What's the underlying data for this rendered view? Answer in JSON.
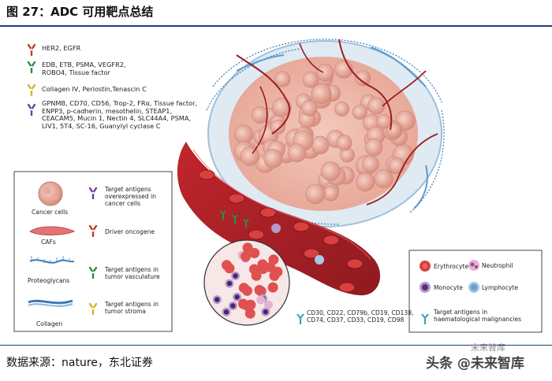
{
  "figure": {
    "title": "图 27：ADC 可用靶点总结",
    "source": "数据来源：nature，东北证券",
    "watermark": "头条 @未来智库",
    "watermark_small": "未来智库"
  },
  "antigen_groups": [
    {
      "text": "HER2, EGFR",
      "color": "#c0392b"
    },
    {
      "text": "EDB, ETB, PSMA, VEGFR2,\nROBO4, Tissue factor",
      "color": "#2e8b3e"
    },
    {
      "text": "Collagen IV, Periostin,Tenascin C",
      "color": "#d4b21f"
    },
    {
      "text": "GPNMB, CD70, CD56, Trop-2, FRα, Tissue factor,\nENPP3, p-cadherin, mesothelin, STEAP1,\nCEACAM5, Mucin 1, Nectin 4, SLC44A4, PSMA,\nLIV1, 5T4, SC-16, Guanylyl cyclase C",
      "color": "#6a3d9a"
    }
  ],
  "legend_left": {
    "cells": [
      {
        "label": "Cancer cells"
      },
      {
        "label": "CAFs"
      },
      {
        "label": "Proteoglycans"
      },
      {
        "label": "Collagen"
      }
    ],
    "antigens": [
      {
        "label": "Target antigens\noverexpressed in\ncancer cells",
        "color": "#6a3d9a"
      },
      {
        "label": "Driver oncogene",
        "color": "#c0392b"
      },
      {
        "label": "Target antigens in\ntumor vasculature",
        "color": "#2e8b3e"
      },
      {
        "label": "Target antigens in\ntumor stroma",
        "color": "#d4b21f"
      }
    ]
  },
  "heme_antigens": "CD30, CD22, CD79b, CD19, CD138,\nCD74, CD37, CD33, CD19, CD98",
  "legend_right": {
    "items": [
      {
        "label": "Erythrocyte"
      },
      {
        "label": "Neutrophil"
      },
      {
        "label": "Monocyte"
      },
      {
        "label": "Lymphocyte"
      }
    ],
    "antigen_label": "Target antigens in\nhaematological malignancies"
  }
}
